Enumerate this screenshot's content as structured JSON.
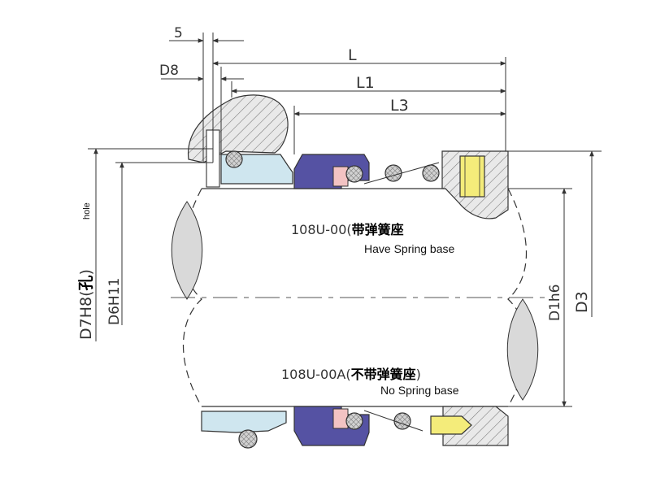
{
  "dimensions": {
    "s5": "5",
    "d8": "D8",
    "l": "L",
    "l1": "L1",
    "l3": "L3",
    "d7": "D7H8(",
    "d7_hole_cn": "孔",
    "d7_close": ")",
    "d7_hole_en": "hole",
    "d6": "D6H11",
    "d1": "D1h6",
    "d3": "D3"
  },
  "variants": {
    "with_base": {
      "model": "108U-00(",
      "label_cn": "带弹簧座",
      "label_en": "Have Spring base"
    },
    "without_base": {
      "model": "108U-00A(",
      "label_cn": "不带弹簧座",
      "label_close": ")",
      "label_en": "No Spring base"
    }
  },
  "colors": {
    "line": "#333333",
    "seat_blue": "#cfe6ef",
    "rotor_purple": "#5552a3",
    "o_ring_grey": "#bdbdbd",
    "pink": "#f3c3c3",
    "screw_yellow": "#f4ec7a",
    "shaft_lens": "#d9d9d9"
  }
}
